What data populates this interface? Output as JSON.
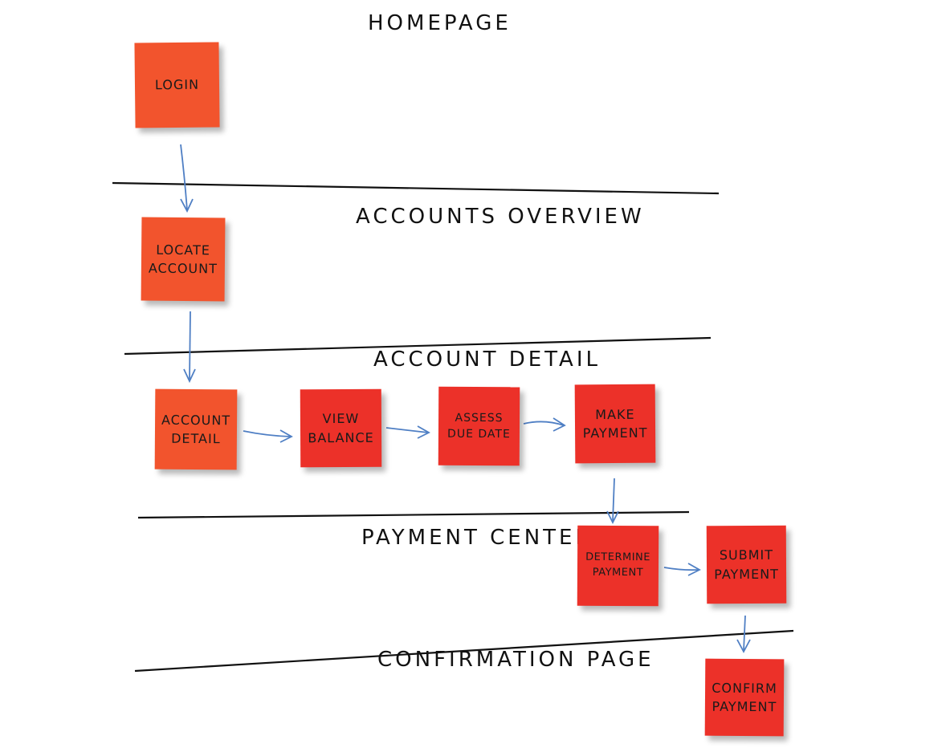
{
  "colors": {
    "note_orange": "#f2542d",
    "note_red": "#ec3129",
    "ink": "#111111",
    "arrow": "#4f7fc4"
  },
  "sections": {
    "homepage": "HOMEPAGE",
    "accounts_overview": "ACCOUNTS OVERVIEW",
    "account_detail": "ACCOUNT DETAIL",
    "payment_center": "PAYMENT CENTER",
    "confirmation_page": "CONFIRMATION PAGE"
  },
  "notes": {
    "login": {
      "lines": [
        "LOGIN"
      ]
    },
    "locate_account": {
      "lines": [
        "LOCATE",
        "ACCOUNT"
      ]
    },
    "account_detail": {
      "lines": [
        "ACCOUNT",
        "DETAIL"
      ]
    },
    "view_balance": {
      "lines": [
        "VIEW",
        "BALANCE"
      ]
    },
    "assess_due_date": {
      "lines": [
        "ASSESS",
        "DUE DATE"
      ]
    },
    "make_payment": {
      "lines": [
        "MAKE",
        "PAYMENT"
      ]
    },
    "determine_payment": {
      "lines": [
        "DETERMINE",
        "PAYMENT"
      ]
    },
    "submit_payment": {
      "lines": [
        "SUBMIT",
        "PAYMENT"
      ]
    },
    "confirm_payment": {
      "lines": [
        "CONFIRM",
        "PAYMENT"
      ]
    }
  }
}
